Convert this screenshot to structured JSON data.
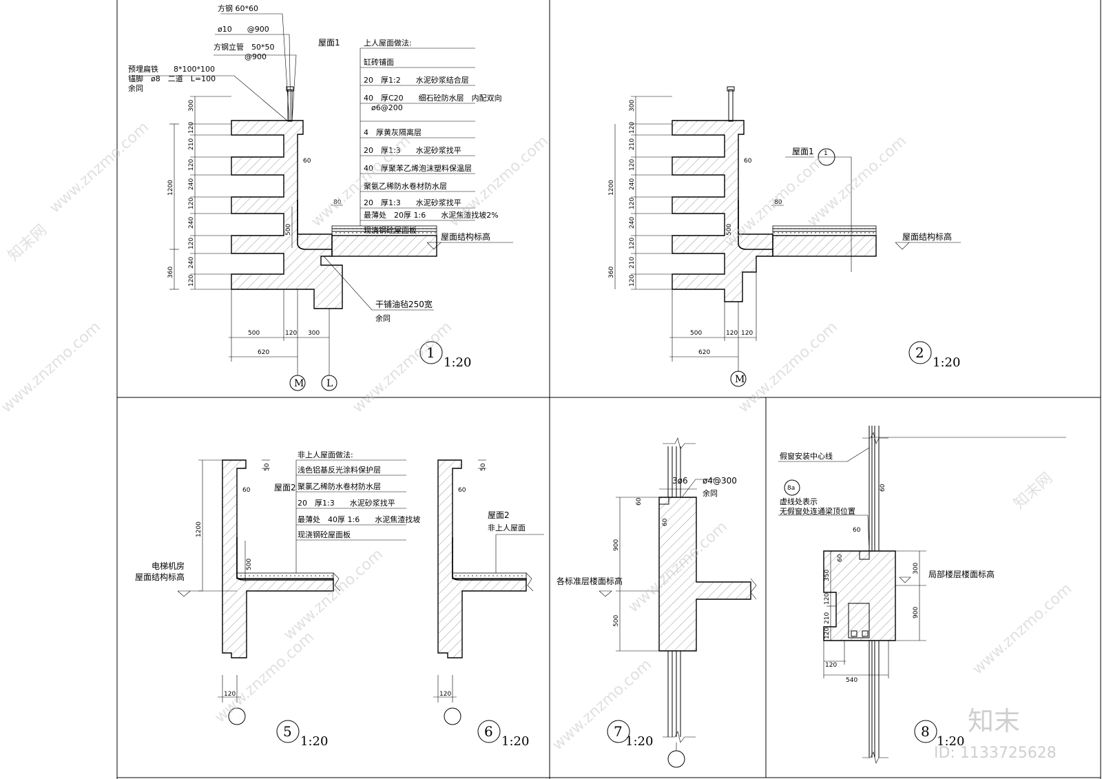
{
  "d1": {
    "notes_top": [
      "方钢 60*60",
      "ø10　　@900",
      "方钢立管　50*50",
      "@900"
    ],
    "notes_left": [
      "预埋扁铁　　8*100*100",
      "锚脚　ø8　二道　L=100",
      "余同"
    ],
    "roof_label": "屋面1",
    "layers_title": "上人屋面做法:",
    "layers": [
      "缸砖铺面",
      "20　厚1:2　　水泥砂浆结合层",
      "40　厚C20　　细石砼防水层　内配双向",
      "　ø6@200",
      "4　厚黄灰隔离层",
      "20　厚1:3　　水泥砂浆找平",
      "40　厚聚苯乙烯泡沫塑料保温层",
      "聚氨乙稀防水卷材防水层",
      "20　厚1:3　　水泥砂浆找平",
      "最薄处　20厚 1:6　　水泥焦渣找坡2%",
      "现浇钢砼屋面板"
    ],
    "elev_label": "屋面结构标高",
    "felt_label": "干铺油毡250宽",
    "felt_sub": "余同",
    "dims_left": [
      "300",
      "120",
      "210",
      "120",
      "240",
      "120",
      "240",
      "120",
      "240",
      "120"
    ],
    "dim_1200": "1200",
    "dim_360": "360",
    "dim_60": "60",
    "dim_80": "80",
    "dim_500": "500",
    "dims_bottom": [
      "500",
      "120",
      "300"
    ],
    "dim_620": "620",
    "axis1": "M",
    "axis2": "L",
    "number": "1",
    "scale": "1:20"
  },
  "d2": {
    "roof_label": "屋面1",
    "callout": "1",
    "elev_label": "屋面结构标高",
    "dims_left": [
      "300",
      "120",
      "210",
      "120",
      "240",
      "120",
      "240",
      "120",
      "210",
      "120"
    ],
    "dim_1200": "1200",
    "dim_360": "360",
    "dim_60": "60",
    "dim_80": "80",
    "dim_500": "500",
    "dims_bottom": [
      "500",
      "120",
      "120"
    ],
    "dim_620": "620",
    "axis1": "M",
    "number": "2",
    "scale": "1:20"
  },
  "d5": {
    "layers_title": "非上人屋面做法:",
    "layers": [
      "浅色铝基反光涂料保护层",
      "聚氯乙稀防水卷材防水层",
      "20　厚1:3　　水泥砂浆找平",
      "最薄处　40厚 1:6　　水泥焦渣找坡",
      "现浇钢砼屋面板"
    ],
    "roof_label": "屋面2",
    "room_label": "电梯机房",
    "elev_label": "屋面结构标高",
    "dim_1200": "1200",
    "dim_50": "50",
    "dim_60": "60",
    "dim_500": "500",
    "dim_120": "120",
    "number": "5",
    "scale": "1:20"
  },
  "d6": {
    "roof_label": "屋面2",
    "roof_sub": "非上人屋面",
    "dim_50": "50",
    "dim_60": "60",
    "dim_120": "120",
    "number": "6",
    "scale": "1:20"
  },
  "d7": {
    "rebar1": "3ø6",
    "rebar2": "ø4@300",
    "rebar_sub": "余同",
    "elev_label": "各标准层楼面标高",
    "dim_60a": "60",
    "dim_60b": "60",
    "dim_900": "900",
    "dim_500": "500",
    "number": "7",
    "scale": "1:20"
  },
  "d8": {
    "window_line": "假窗安装中心线",
    "ref": "8a",
    "note1": "虚线处表示",
    "note2": "无假窗处连通梁顶位置",
    "elev_label": "局部楼层楼面标高",
    "dim_60a": "60",
    "dim_60b": "60",
    "dim_60c": "60",
    "dims_left": [
      "350",
      "120",
      "210",
      "120"
    ],
    "dim_300": "300",
    "dim_900": "900",
    "dim_120": "120",
    "dim_540": "540",
    "number": "8",
    "scale": "1:20"
  },
  "watermark": {
    "site": "www.znzmo.com",
    "brand_small": "知末网",
    "brand": "知末",
    "id": "ID: 1133725628"
  }
}
